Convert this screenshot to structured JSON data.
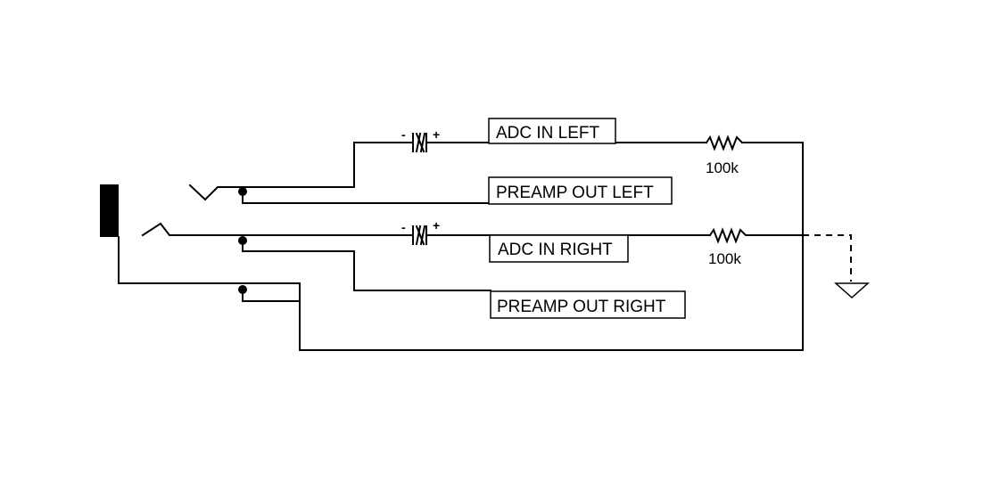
{
  "labels": {
    "adc_in_left": "ADC IN LEFT",
    "preamp_out_left": "PREAMP OUT LEFT",
    "adc_in_right": "ADC IN RIGHT",
    "preamp_out_right": "PREAMP OUT RIGHT"
  },
  "resistors": {
    "left_value": "100k",
    "right_value": "100k"
  },
  "capacitors": {
    "left_minus": "-",
    "left_plus": "+",
    "right_minus": "-",
    "right_plus": "+"
  },
  "colors": {
    "ink": "#000000",
    "background": "#ffffff"
  }
}
